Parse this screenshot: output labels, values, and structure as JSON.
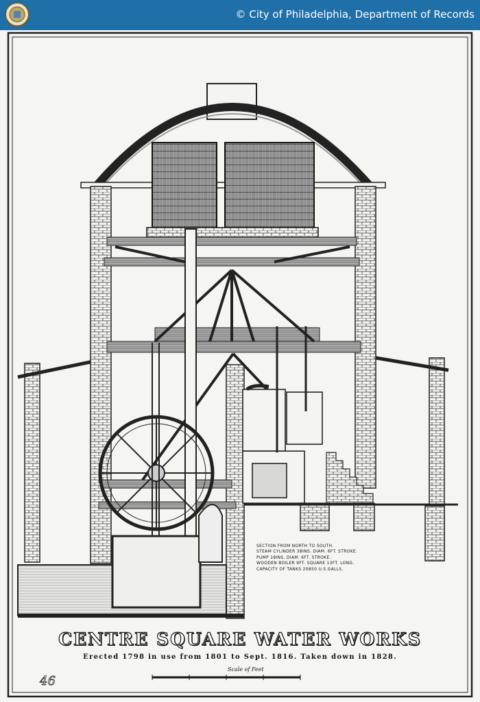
{
  "header": {
    "credit": "© City of Philadelphia, Department of Records",
    "seal_icon": "city-seal-icon",
    "bar_color": "#1f6fa8"
  },
  "drawing": {
    "title": "CENTRE SQUARE WATER WORKS",
    "subtitle": "Erected 1798 in use from 1801 to Sept. 1816. Taken down in 1828.",
    "scale_label": "Scale of Feet",
    "sheet_number": "46",
    "notes": [
      "Section from North to South.",
      "Steam Cylinder 38ins. Diam. 6ft. Stroke.",
      "Pump 18ins. Diam. 6ft. Stroke.",
      "Wooden Boiler 9ft. Square 13ft. Long.",
      "Capacity of Tanks 20850 U.S.Galls."
    ]
  }
}
